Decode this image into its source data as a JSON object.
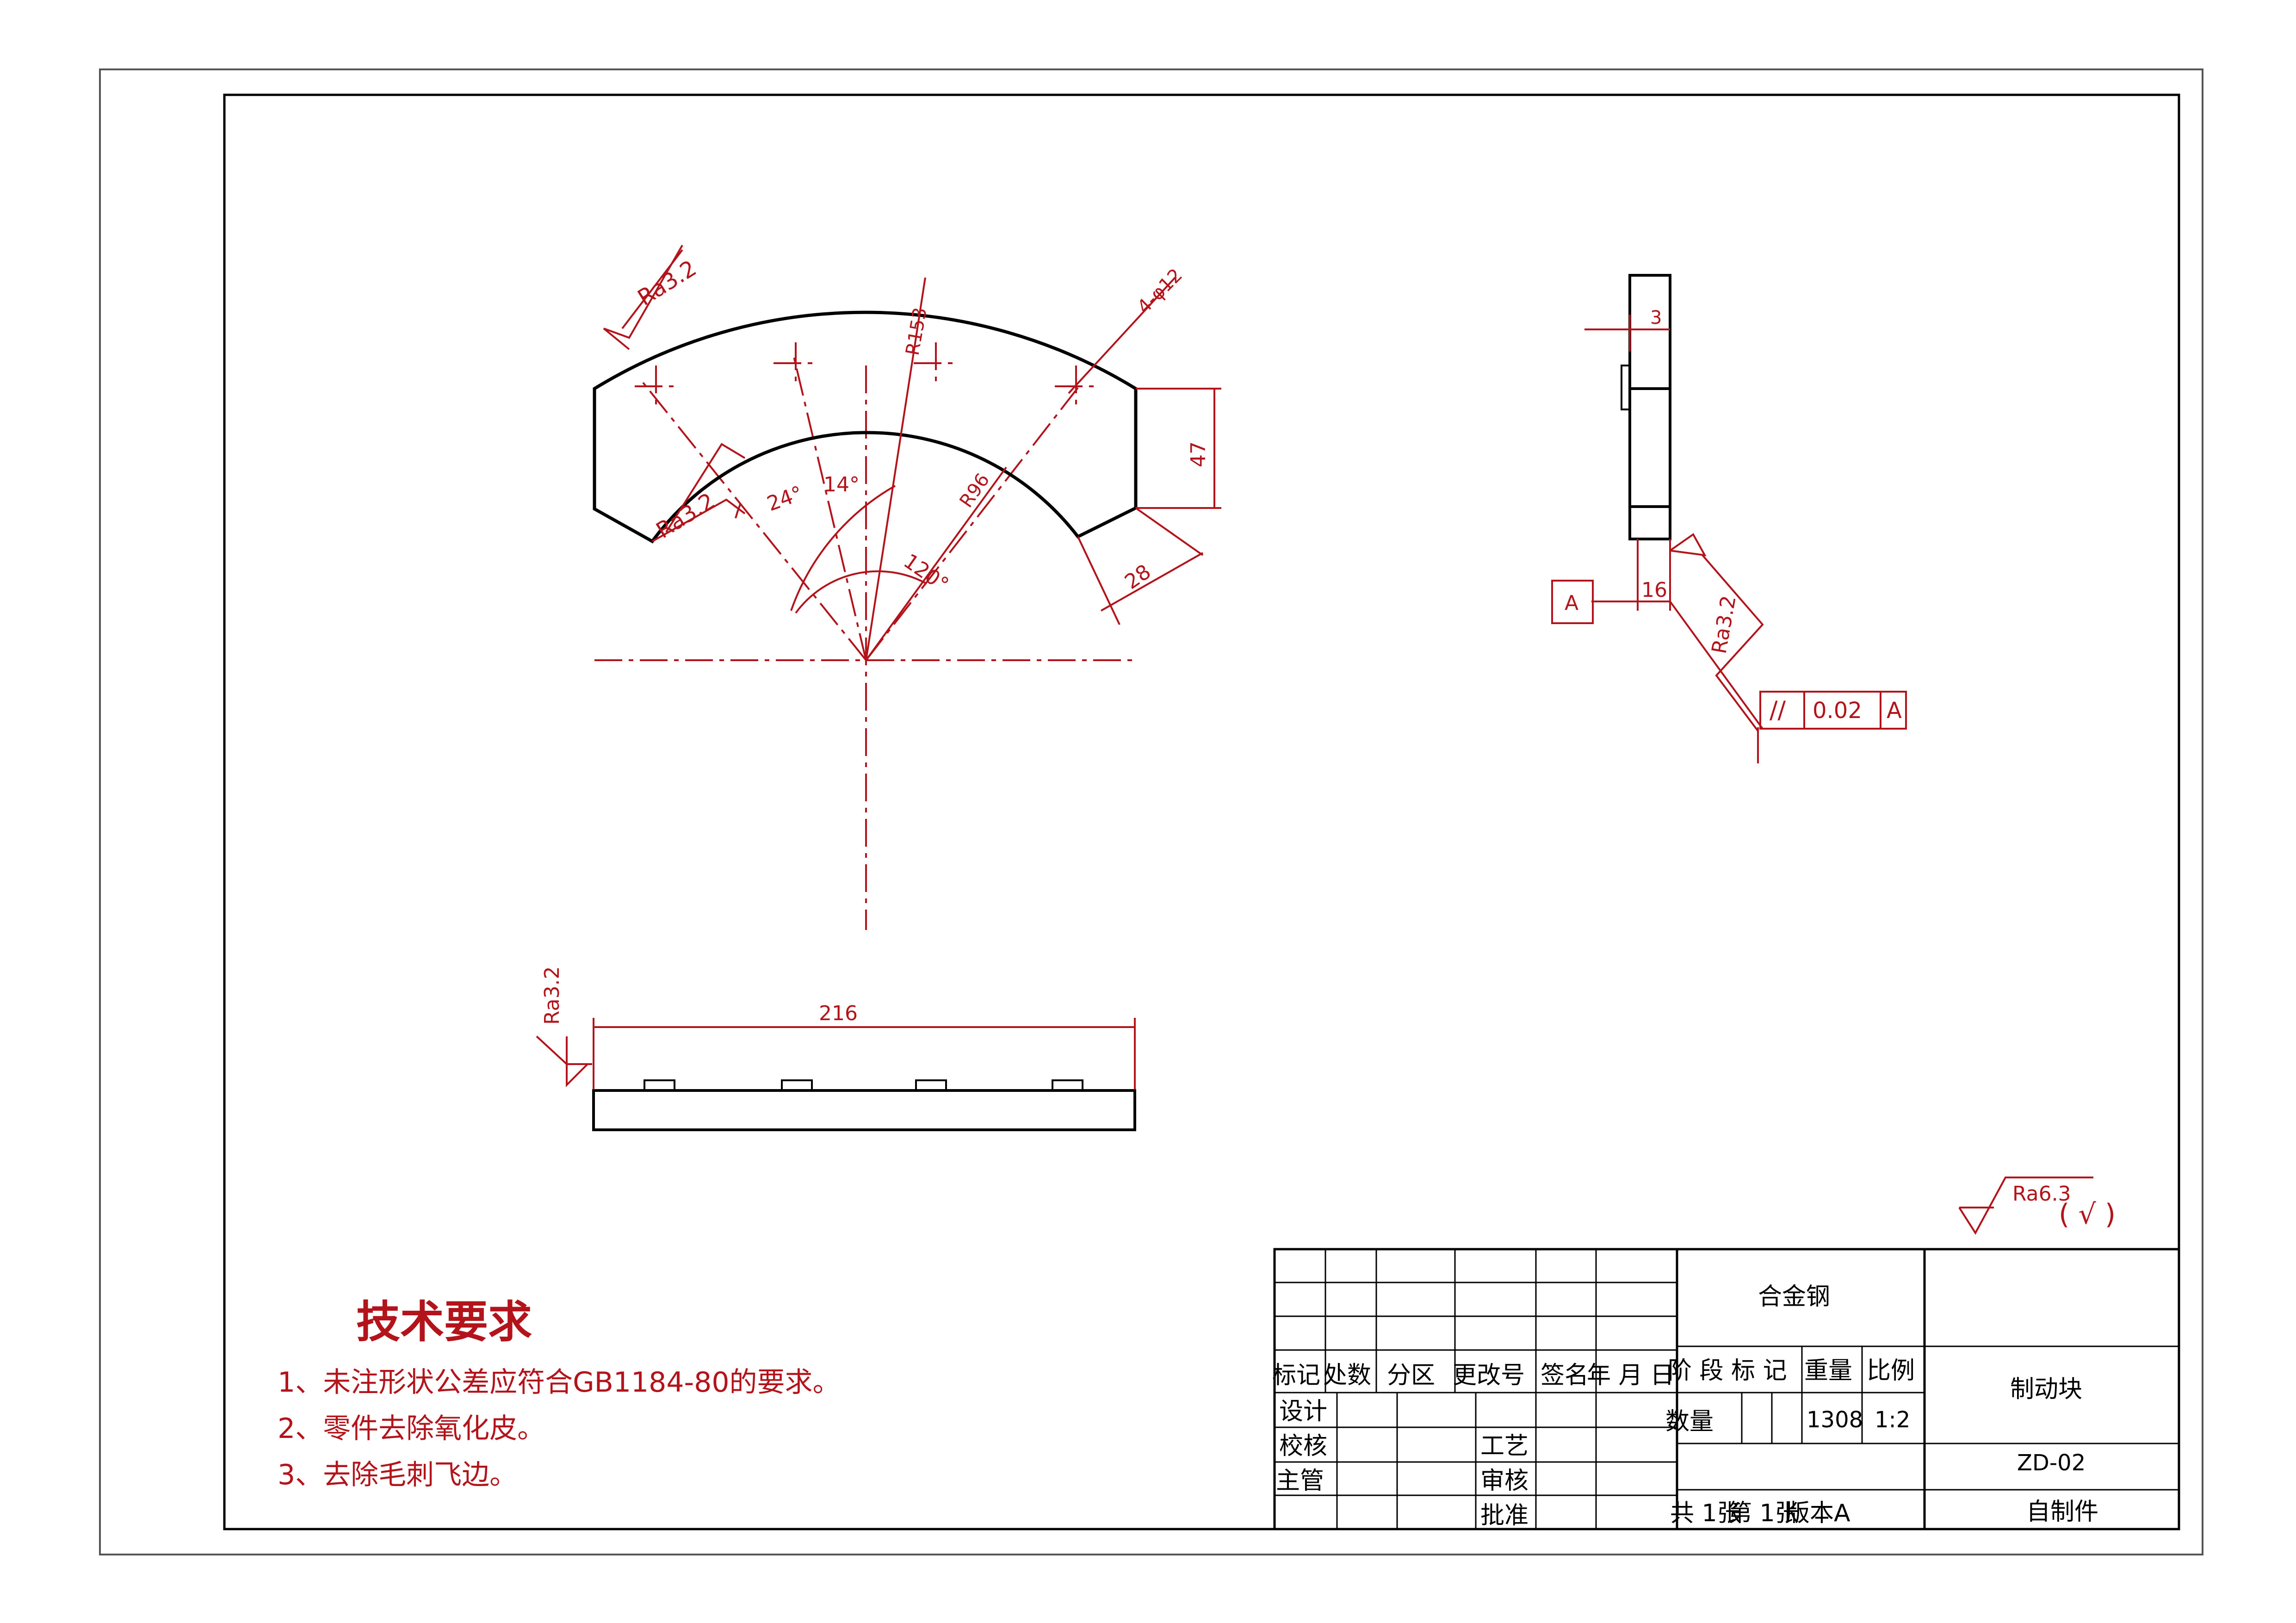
{
  "colors": {
    "outline": "#000000",
    "annotation": "#b3141b",
    "frame": "#444444"
  },
  "drawing": {
    "top_view": {
      "roughness_outer": "Ra3.2",
      "roughness_inner": "Ra3.2",
      "radius_outer": "R153",
      "radius_inner": "R96",
      "holes": "4-φ12",
      "height_dim": "47",
      "width_dim": "28",
      "angle_24": "24°",
      "angle_14": "14°",
      "angle_120": "120°"
    },
    "side_view": {
      "dim_3": "3",
      "dim_16": "16",
      "datum": "A",
      "roughness": "Ra3.2",
      "tolerance_symbol": "//",
      "tolerance_value": "0.02",
      "tolerance_datum": "A"
    },
    "front_view": {
      "roughness": "Ra3.2",
      "length_dim": "216"
    },
    "general_roughness": {
      "value": "Ra6.3",
      "note": "( √ )"
    }
  },
  "tech_requirements": {
    "title": "技术要求",
    "items": [
      "1、未注形状公差应符合GB1184-80的要求。",
      "2、零件去除氧化皮。",
      "3、去除毛刺飞边。"
    ]
  },
  "title_block": {
    "material": "合金钢",
    "part_name": "制动块",
    "drawing_no": "ZD-02",
    "source": "自制件",
    "headers": [
      "标记",
      "处数",
      "分区",
      "更改号",
      "签名",
      "年 月 日"
    ],
    "stage_label": "阶 段 标 记",
    "weight_label": "重量",
    "scale_label": "比例",
    "weight_value": "1308",
    "scale_value": "1:2",
    "quantity_label": "数量",
    "roles_left": [
      "设计",
      "校核",
      "主管"
    ],
    "roles_mid": [
      "工艺",
      "审核",
      "批准"
    ],
    "sheet_total": "共 1张",
    "sheet_no": "第 1张",
    "version": "版本A"
  }
}
